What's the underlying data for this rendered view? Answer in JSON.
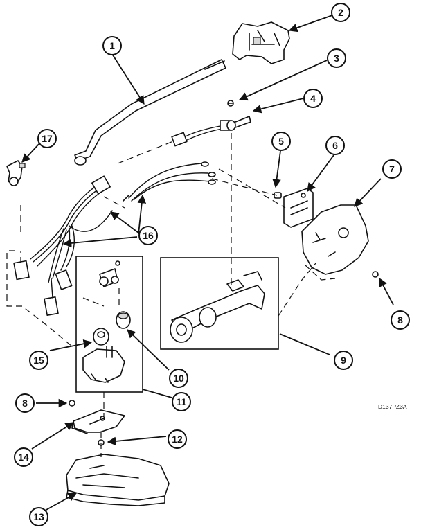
{
  "diagram_code": "D137PZ3A",
  "callouts": [
    {
      "label": "1"
    },
    {
      "label": "2"
    },
    {
      "label": "3"
    },
    {
      "label": "4"
    },
    {
      "label": "5"
    },
    {
      "label": "6"
    },
    {
      "label": "7"
    },
    {
      "label": "8"
    },
    {
      "label": "9"
    },
    {
      "label": "10"
    },
    {
      "label": "11"
    },
    {
      "label": "8"
    },
    {
      "label": "12"
    },
    {
      "label": "13"
    },
    {
      "label": "14"
    },
    {
      "label": "15"
    },
    {
      "label": "16"
    },
    {
      "label": "17"
    }
  ]
}
